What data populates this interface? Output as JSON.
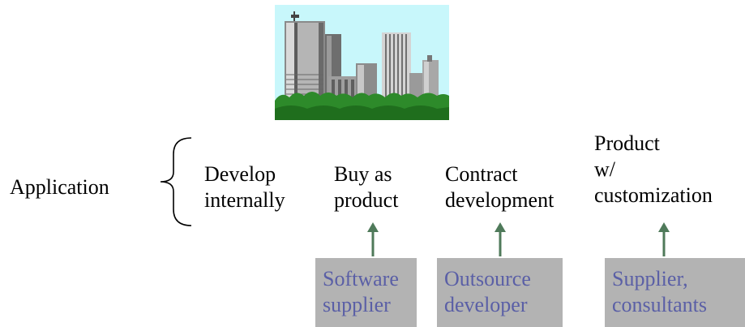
{
  "diagram": {
    "root": "Application",
    "options": [
      {
        "lines": [
          "Develop",
          "internally"
        ]
      },
      {
        "lines": [
          "Buy as",
          "product"
        ]
      },
      {
        "lines": [
          "Contract",
          "development"
        ]
      },
      {
        "lines": [
          "Product",
          "w/",
          "customization"
        ]
      }
    ],
    "suppliers": [
      {
        "lines": [
          "Software",
          "supplier"
        ]
      },
      {
        "lines": [
          "Outsource",
          "developer"
        ]
      },
      {
        "lines": [
          "Supplier,",
          "consultants"
        ]
      }
    ]
  },
  "colors": {
    "sky": "#c8f7fb",
    "grass": "#2d8a2a",
    "arrow": "#4f7a5a",
    "supplier_box": "#b3b3b3",
    "supplier_text": "#5a5fa6"
  },
  "icons": {
    "clipart": "city-buildings-icon",
    "brace": "left-brace-icon",
    "arrow": "up-arrow-icon"
  }
}
